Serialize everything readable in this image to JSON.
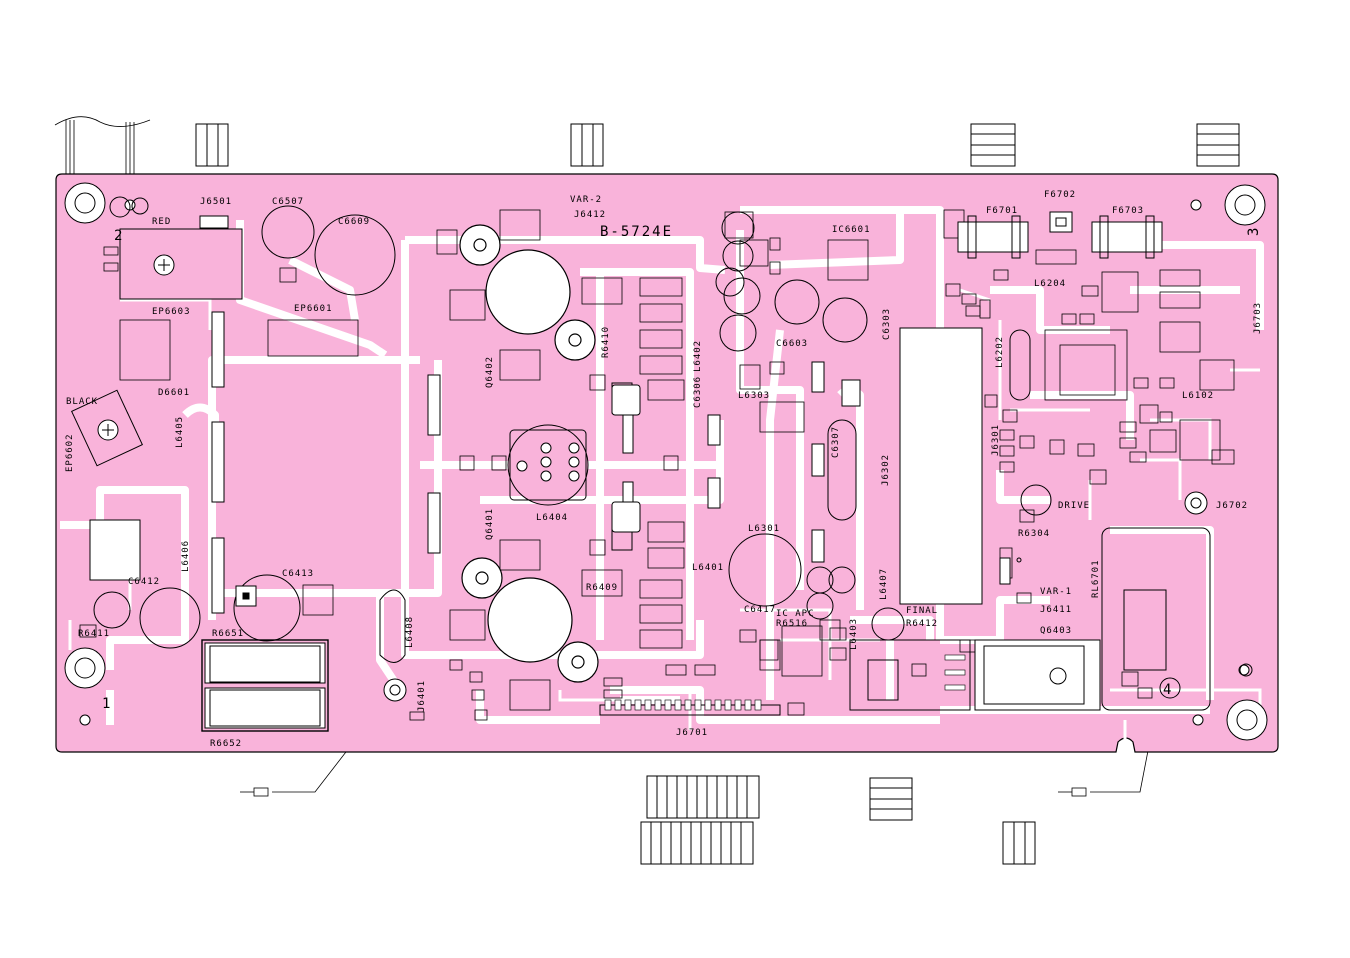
{
  "board": {
    "name": "B-5724E",
    "fill_color": "#f9b3da",
    "trace_color": "#ffffff",
    "outline_color": "#000000"
  },
  "labels": {
    "j6501": "J6501",
    "c6507": "C6507",
    "red": "RED",
    "c6609": "C6609",
    "var2": "VAR-2",
    "j6412": "J6412",
    "ic6601": "IC6601",
    "f6702": "F6702",
    "f6701": "F6701",
    "f6703": "F6703",
    "ep6603": "EP6603",
    "ep6601": "EP6601",
    "l6204": "L6204",
    "j6703": "J6703",
    "c6603": "C6603",
    "c6303": "C6303",
    "q6402": "Q6402",
    "r6410": "R6410",
    "l6402": "L6402",
    "c6306": "C6306",
    "d6601": "D6601",
    "black": "BLACK",
    "l6303": "L6303",
    "l6202": "L6202",
    "l6102": "L6102",
    "ep6602": "EP6602",
    "l6405": "L6405",
    "c6307": "C6307",
    "j6302": "J6302",
    "j6301": "J6301",
    "l6404": "L6404",
    "q6401": "Q6401",
    "drive": "DRIVE",
    "j6702": "J6702",
    "r6304": "R6304",
    "l6301": "L6301",
    "l6406": "L6406",
    "r6409": "R6409",
    "l6401": "L6401",
    "c6412": "C6412",
    "c6413": "C6413",
    "l6407": "L6407",
    "var1": "VAR-1",
    "rl6701": "RL6701",
    "c6417": "C6417",
    "ic_apc": "IC APC",
    "final": "FINAL",
    "j6411": "J6411",
    "r6411": "R6411",
    "r6516": "R6516",
    "r6412": "R6412",
    "r6651": "R6651",
    "l6408": "L6408",
    "l6403": "L6403",
    "q6403": "Q6403",
    "j6401": "J6401",
    "r6652": "R6652",
    "j6701": "J6701",
    "mark_2": "2",
    "mark_1": "1",
    "mark_3": "3",
    "mark_4": "4"
  }
}
